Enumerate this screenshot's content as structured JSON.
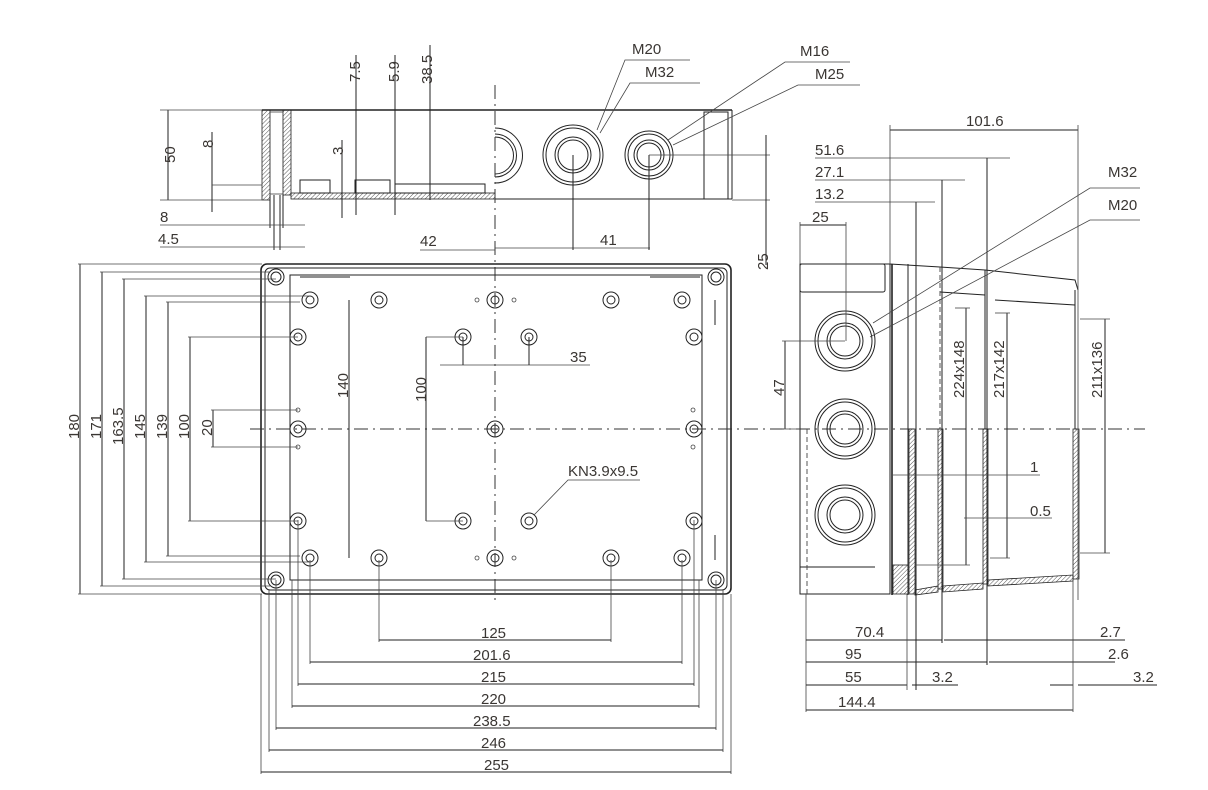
{
  "title": "Enclosure technical drawing 255x180x101.6",
  "colors": {
    "line": "#222222",
    "label": "#3a3633",
    "background": "#ffffff"
  },
  "top_view": {
    "heights": [
      "50",
      "8",
      "3",
      "7.5",
      "5.9",
      "38.5"
    ],
    "base": [
      "8",
      "4.5"
    ],
    "offsets": [
      "42",
      "41",
      "25"
    ],
    "glands": [
      "M20",
      "M32",
      "M16",
      "M25"
    ]
  },
  "side_view": {
    "depths": [
      "101.6",
      "51.6",
      "27.1",
      "13.2",
      "25"
    ],
    "glands": [
      "M32",
      "M20"
    ],
    "offset_vertical": "47",
    "sections": [
      "224x148",
      "217x142",
      "211x136"
    ],
    "walls": [
      "1",
      "0.5"
    ],
    "bottom_dims": [
      "70.4",
      "95",
      "55",
      "3.2",
      "144.4"
    ],
    "right_dims": [
      "2.7",
      "2.6",
      "3.2"
    ]
  },
  "front_view": {
    "vertical_dims": [
      "180",
      "171",
      "163.5",
      "145",
      "139",
      "100",
      "20"
    ],
    "inner_dims": [
      "140",
      "100",
      "35"
    ],
    "screw_label": "KN3.9x9.5",
    "horizontal_dims": [
      "125",
      "201.6",
      "215",
      "220",
      "238.5",
      "246",
      "255"
    ]
  }
}
